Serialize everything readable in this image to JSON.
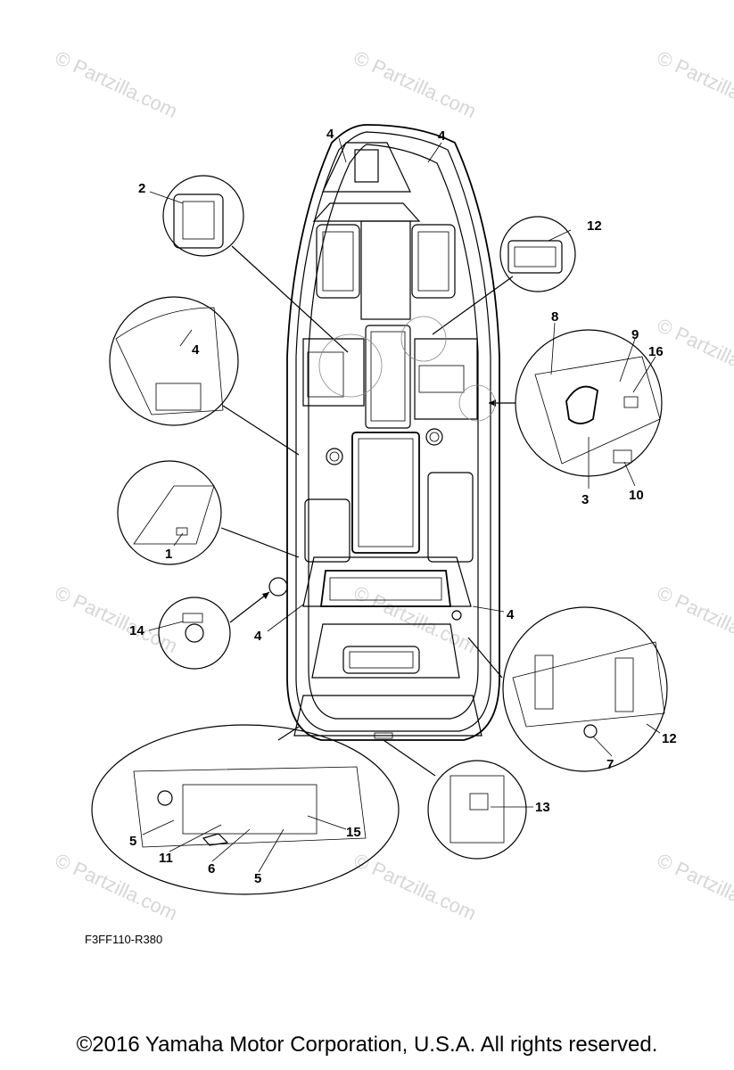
{
  "watermark": {
    "text": "© Partzilla.com",
    "sub": "Partzilla.com"
  },
  "callouts": {
    "c1": "1",
    "c2": "2",
    "c3": "3",
    "c4a": "4",
    "c4b": "4",
    "c4c": "4",
    "c4d": "4",
    "c4e": "4",
    "c5a": "5",
    "c5b": "5",
    "c6": "6",
    "c7": "7",
    "c8": "8",
    "c9": "9",
    "c10": "10",
    "c11": "11",
    "c12a": "12",
    "c12b": "12",
    "c13": "13",
    "c14": "14",
    "c15": "15",
    "c16": "16"
  },
  "figure_code": "F3FF110-R380",
  "copyright": "©2016  Yamaha Motor Corporation, U.S.A. All rights reserved."
}
